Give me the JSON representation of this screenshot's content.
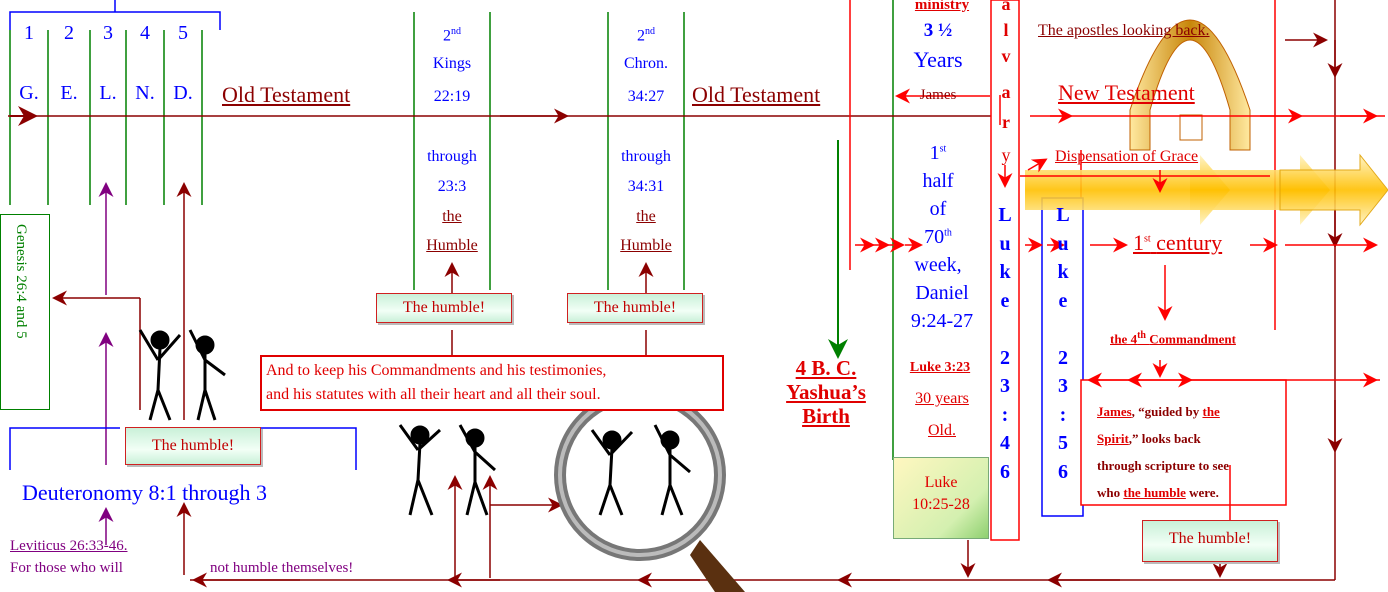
{
  "torah": {
    "numbers": [
      "1",
      "2",
      "3",
      "4",
      "5"
    ],
    "letters": [
      "G.",
      "E.",
      "L.",
      "N.",
      "D."
    ],
    "old_testament": "Old Testament",
    "genesis_ref": "Genesis 26:4 and 5",
    "deuteronomy": "Deuteronomy 8:1 through 3",
    "leviticus": "Leviticus 26:33-46.",
    "for_those": "For those who will",
    "not_humble": "not humble themselves!"
  },
  "kings": {
    "ordinal": "2",
    "ordinal_sup": "nd",
    "book": "Kings",
    "ref1": "22:19",
    "through": "through",
    "ref2": "23:3",
    "the": "the",
    "humble": "Humble"
  },
  "chron": {
    "ordinal": "2",
    "ordinal_sup": "nd",
    "book": "Chron.",
    "ref1": "34:27",
    "through": "through",
    "ref2": "34:31",
    "the": "the",
    "humble": "Humble",
    "old_testament": "Old Testament"
  },
  "humble_label": "The humble!",
  "commandments_quote": {
    "line1": "And to keep his Commandments and his testimonies,",
    "line2": "and his statutes with all their heart and all their soul."
  },
  "birth": {
    "line1": "4 B. C.",
    "line2": "Yashua’s",
    "line3": "Birth"
  },
  "ministry": {
    "title": "ministry",
    "years_num": "3 ½",
    "years": "Years",
    "james": "James",
    "ordinal": "1",
    "ordinal_sup": "st",
    "half": "half",
    "of": "of",
    "week_num": "70",
    "week_sup": "th",
    "week": "week,",
    "daniel": "Daniel",
    "daniel_ref": "9:24-27",
    "luke_ref": "Luke 3:23",
    "age": "30 years",
    "old": "Old."
  },
  "luke_box": {
    "line1": "Luke",
    "line2": "10:25-28"
  },
  "calvary": [
    "a",
    "l",
    "v",
    "a",
    "r",
    "y"
  ],
  "luke_col1": [
    "L",
    "u",
    "k",
    "e",
    "",
    "2",
    "3",
    ":",
    "4",
    "6"
  ],
  "luke_col2": [
    "L",
    "u",
    "k",
    "e",
    "",
    "2",
    "3",
    ":",
    "5",
    "6"
  ],
  "nt": {
    "apostles": "The apostles looking back.",
    "new_testament": "New Testament",
    "grace": "Dispensation of  Grace",
    "century_num": "1",
    "century_sup": "st",
    "century": "century",
    "commandment_pre": "the 4",
    "commandment_sup": "th",
    "commandment_post": "Commandment",
    "james": "James",
    "guided": ", “guided by",
    "the": "the",
    "spirit": "Spirit",
    "guided_end": ",” looks back",
    "through_scripture": "through scripture to see",
    "who": "who",
    "the_humble": "the humble",
    "were": "were."
  },
  "colors": {
    "timeline": "#8b0000",
    "red": "#ff0000",
    "green": "#008000",
    "blue": "#0000ff",
    "purple": "#800080"
  }
}
